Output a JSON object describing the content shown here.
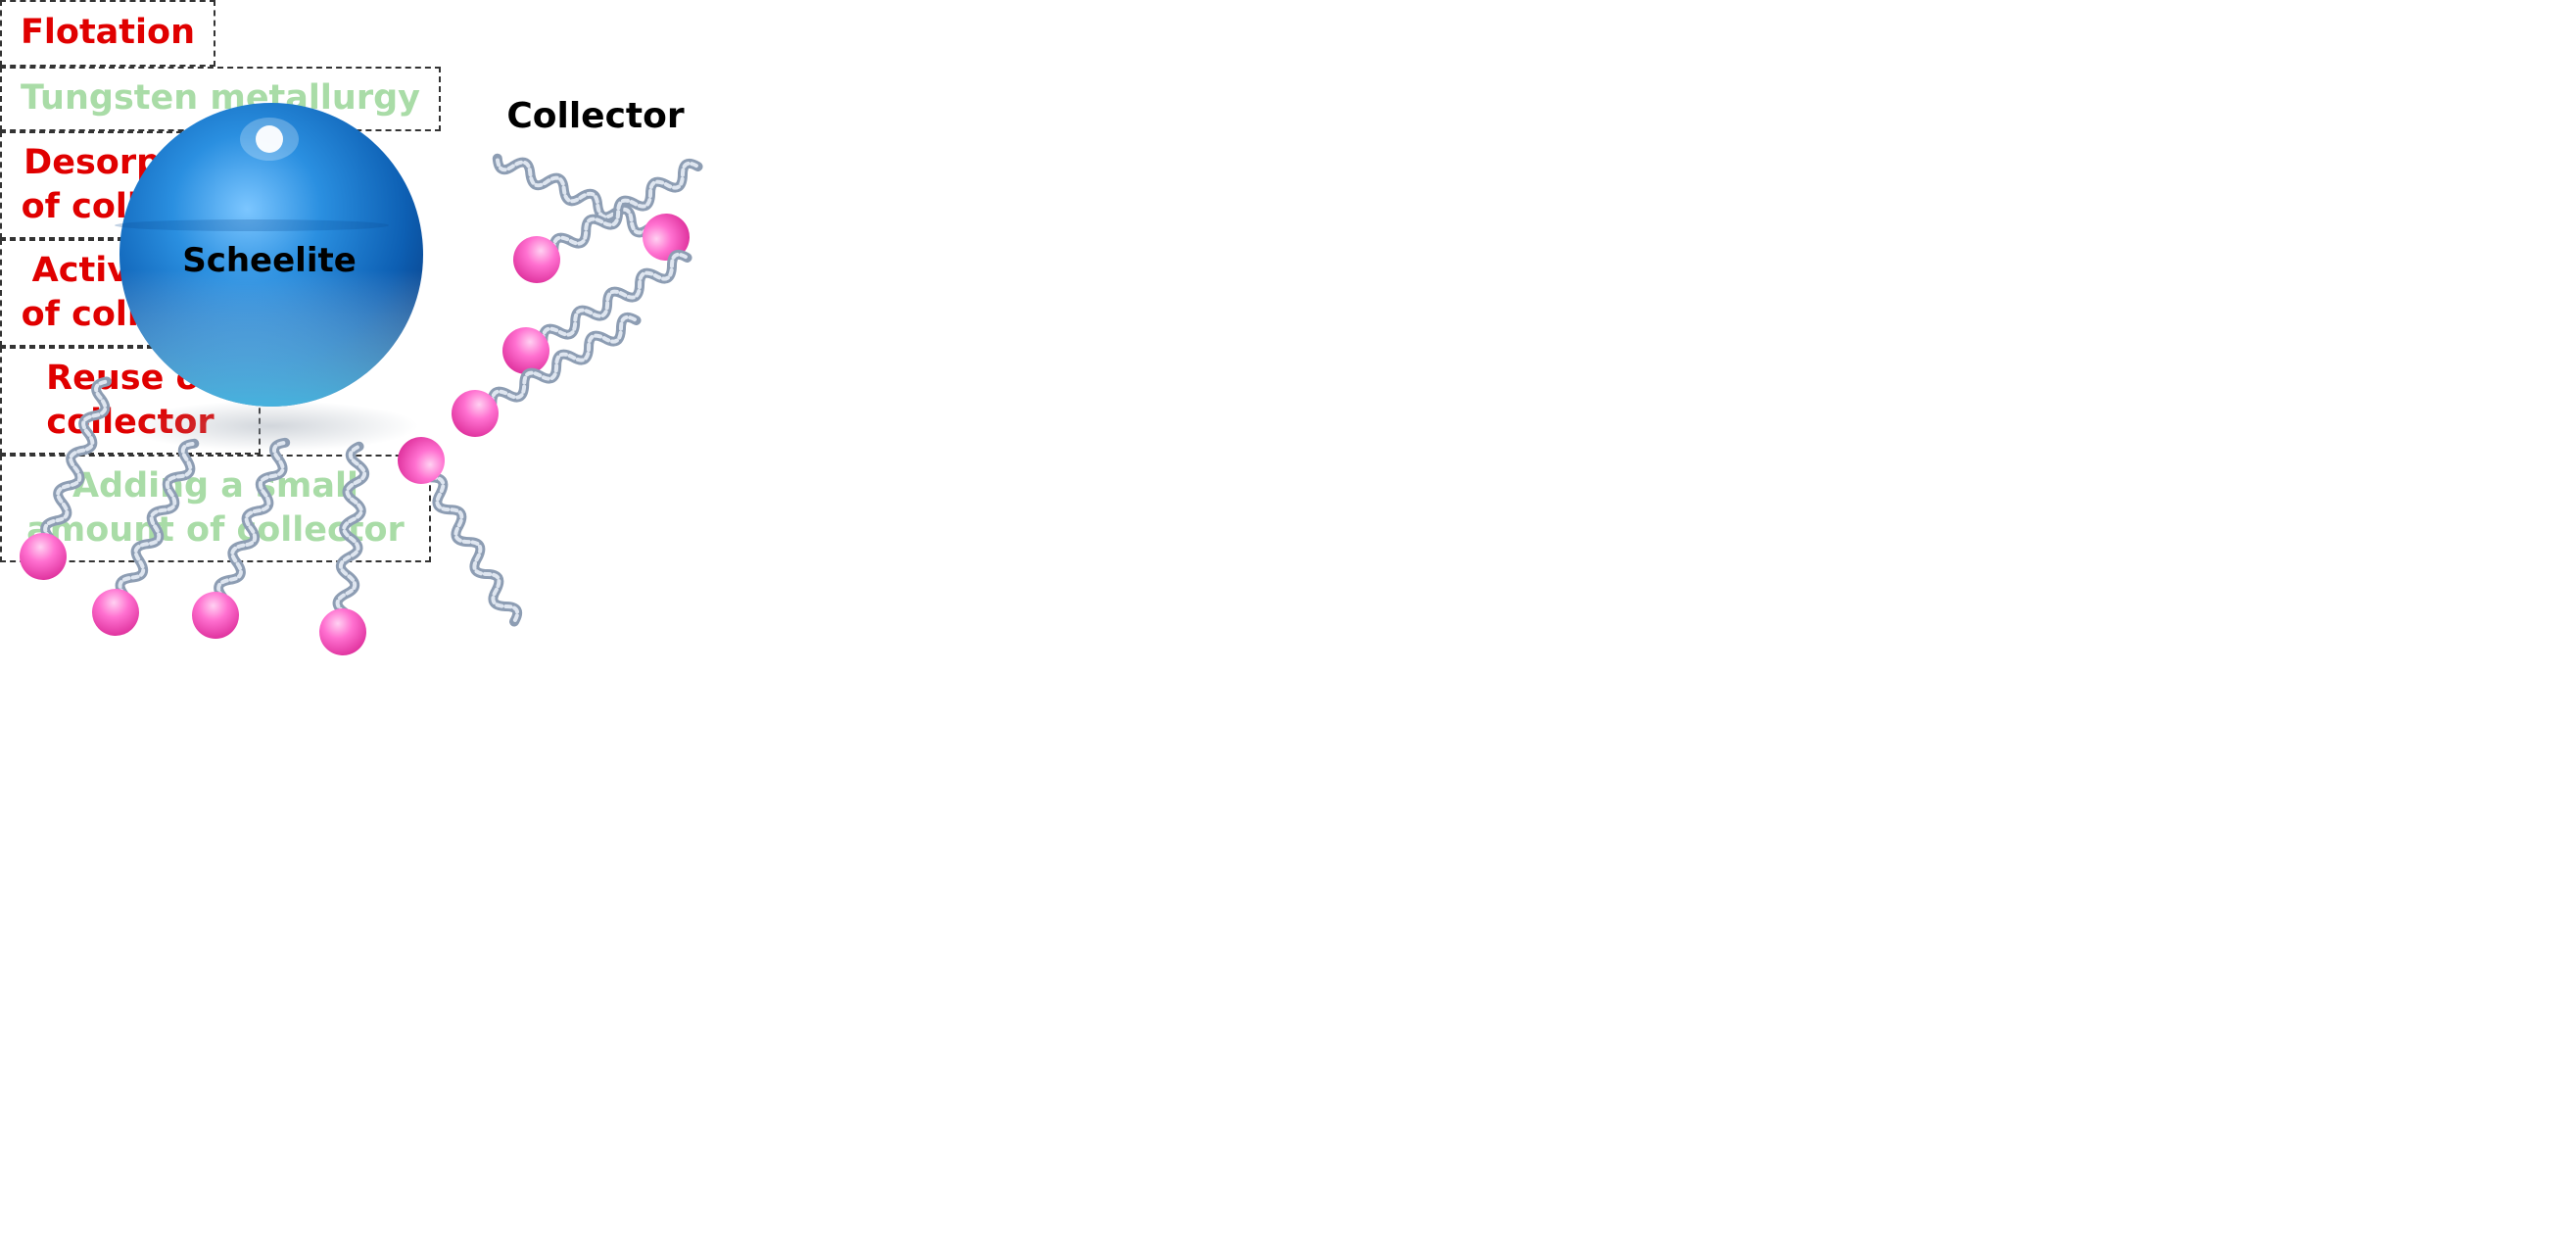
{
  "labels": {
    "scheelite": "Scheelite",
    "collector": "Collector",
    "flotation": "Flotation",
    "tungsten_metallurgy": "Tungsten metallurgy",
    "desorption_line1": "Desorption",
    "desorption_line2": "of collector",
    "activation_line1": "Activation",
    "activation_line2": "of collector",
    "reuse_line1": "Reuse of",
    "reuse_line2": "collector",
    "adding_line1": "Adding a small",
    "adding_line2": "amount of collector"
  },
  "colors": {
    "scheelite_blue": "#1565c0",
    "collector_head_pink": "#ff66cc",
    "activated_head_gold": "#ffc000",
    "chain_gray": "#a9b8cc",
    "label_red": "#e00000",
    "label_green": "#a9dca7",
    "arrow_blue": "#0b5ea8",
    "arrow_light": "#cfe0ee"
  }
}
